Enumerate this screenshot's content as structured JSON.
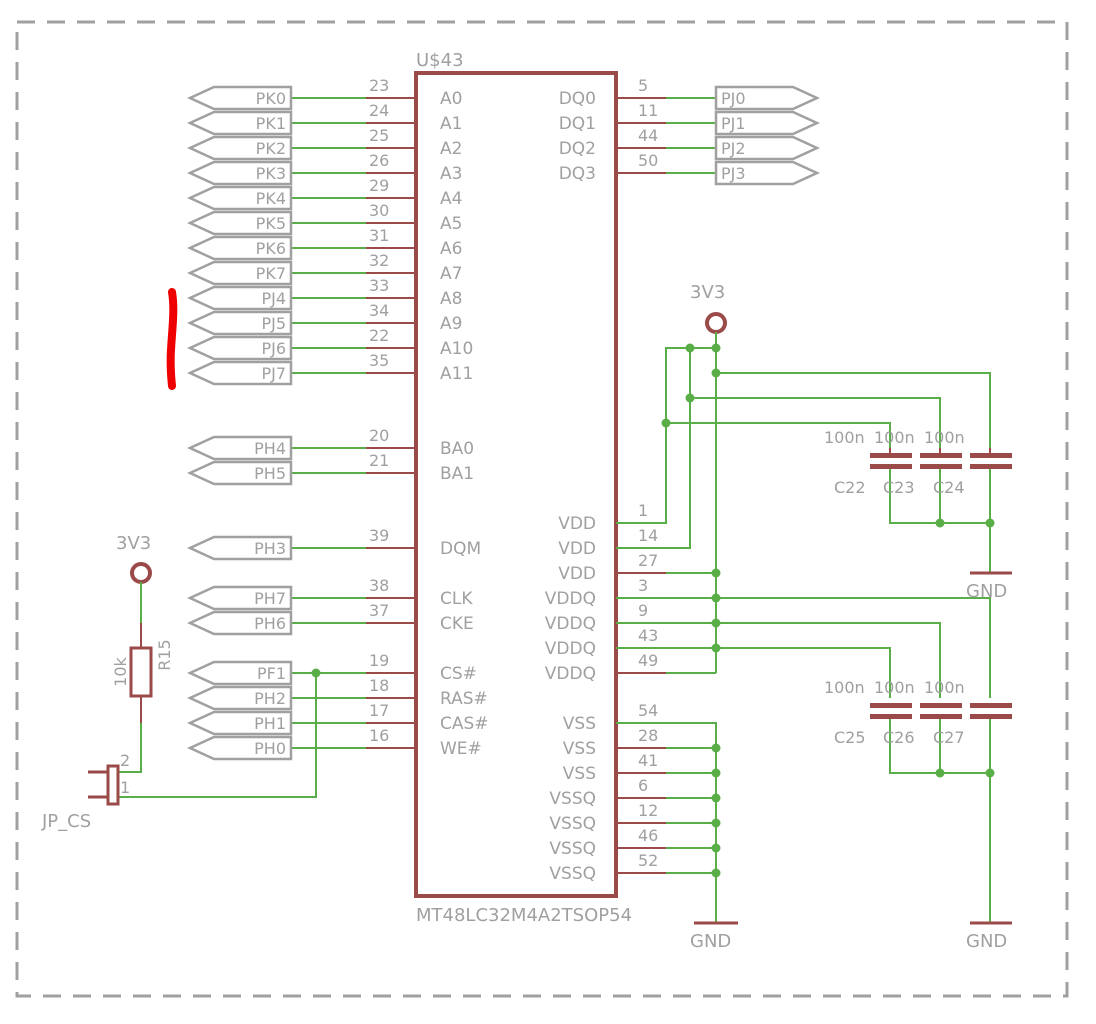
{
  "ic": {
    "name": "U$43",
    "value": "MT48LC32M4A2TSOP54",
    "left_pins": [
      {
        "num": "23",
        "name": "A0",
        "net": "PK0"
      },
      {
        "num": "24",
        "name": "A1",
        "net": "PK1"
      },
      {
        "num": "25",
        "name": "A2",
        "net": "PK2"
      },
      {
        "num": "26",
        "name": "A3",
        "net": "PK3"
      },
      {
        "num": "29",
        "name": "A4",
        "net": "PK4"
      },
      {
        "num": "30",
        "name": "A5",
        "net": "PK5"
      },
      {
        "num": "31",
        "name": "A6",
        "net": "PK6"
      },
      {
        "num": "32",
        "name": "A7",
        "net": "PK7"
      },
      {
        "num": "33",
        "name": "A8",
        "net": "PJ4"
      },
      {
        "num": "34",
        "name": "A9",
        "net": "PJ5"
      },
      {
        "num": "22",
        "name": "A10",
        "net": "PJ6"
      },
      {
        "num": "35",
        "name": "A11",
        "net": "PJ7"
      },
      {
        "num": "20",
        "name": "BA0",
        "net": "PH4"
      },
      {
        "num": "21",
        "name": "BA1",
        "net": "PH5"
      },
      {
        "num": "39",
        "name": "DQM",
        "net": "PH3"
      },
      {
        "num": "38",
        "name": "CLK",
        "net": "PH7"
      },
      {
        "num": "37",
        "name": "CKE",
        "net": "PH6"
      },
      {
        "num": "19",
        "name": "CS#",
        "net": "PF1"
      },
      {
        "num": "18",
        "name": "RAS#",
        "net": "PH2"
      },
      {
        "num": "17",
        "name": "CAS#",
        "net": "PH1"
      },
      {
        "num": "16",
        "name": "WE#",
        "net": "PH0"
      }
    ],
    "right_pins": [
      {
        "num": "5",
        "name": "DQ0",
        "net": "PJ0"
      },
      {
        "num": "11",
        "name": "DQ1",
        "net": "PJ1"
      },
      {
        "num": "44",
        "name": "DQ2",
        "net": "PJ2"
      },
      {
        "num": "50",
        "name": "DQ3",
        "net": "PJ3"
      },
      {
        "num": "1",
        "name": "VDD"
      },
      {
        "num": "14",
        "name": "VDD"
      },
      {
        "num": "27",
        "name": "VDD"
      },
      {
        "num": "3",
        "name": "VDDQ"
      },
      {
        "num": "9",
        "name": "VDDQ"
      },
      {
        "num": "43",
        "name": "VDDQ"
      },
      {
        "num": "49",
        "name": "VDDQ"
      },
      {
        "num": "54",
        "name": "VSS"
      },
      {
        "num": "28",
        "name": "VSS"
      },
      {
        "num": "41",
        "name": "VSS"
      },
      {
        "num": "6",
        "name": "VSSQ"
      },
      {
        "num": "12",
        "name": "VSSQ"
      },
      {
        "num": "46",
        "name": "VSSQ"
      },
      {
        "num": "52",
        "name": "VSSQ"
      }
    ]
  },
  "power": {
    "supply": "3V3",
    "ground": "GND"
  },
  "resistor": {
    "name": "R15",
    "value": "10k"
  },
  "jumper": {
    "name": "JP_CS",
    "pin1": "1",
    "pin2": "2"
  },
  "capacitors": {
    "top": [
      {
        "name": "C22",
        "value": "100n"
      },
      {
        "name": "C23",
        "value": "100n"
      },
      {
        "name": "C24",
        "value": "100n"
      }
    ],
    "bottom": [
      {
        "name": "C25",
        "value": "100n"
      },
      {
        "name": "C26",
        "value": "100n"
      },
      {
        "name": "C27",
        "value": "100n"
      }
    ]
  },
  "colors": {
    "wire": "#5aae48",
    "component": "#9b4a4a",
    "label": "#a0a0a0",
    "annotation": "#ee0000"
  }
}
